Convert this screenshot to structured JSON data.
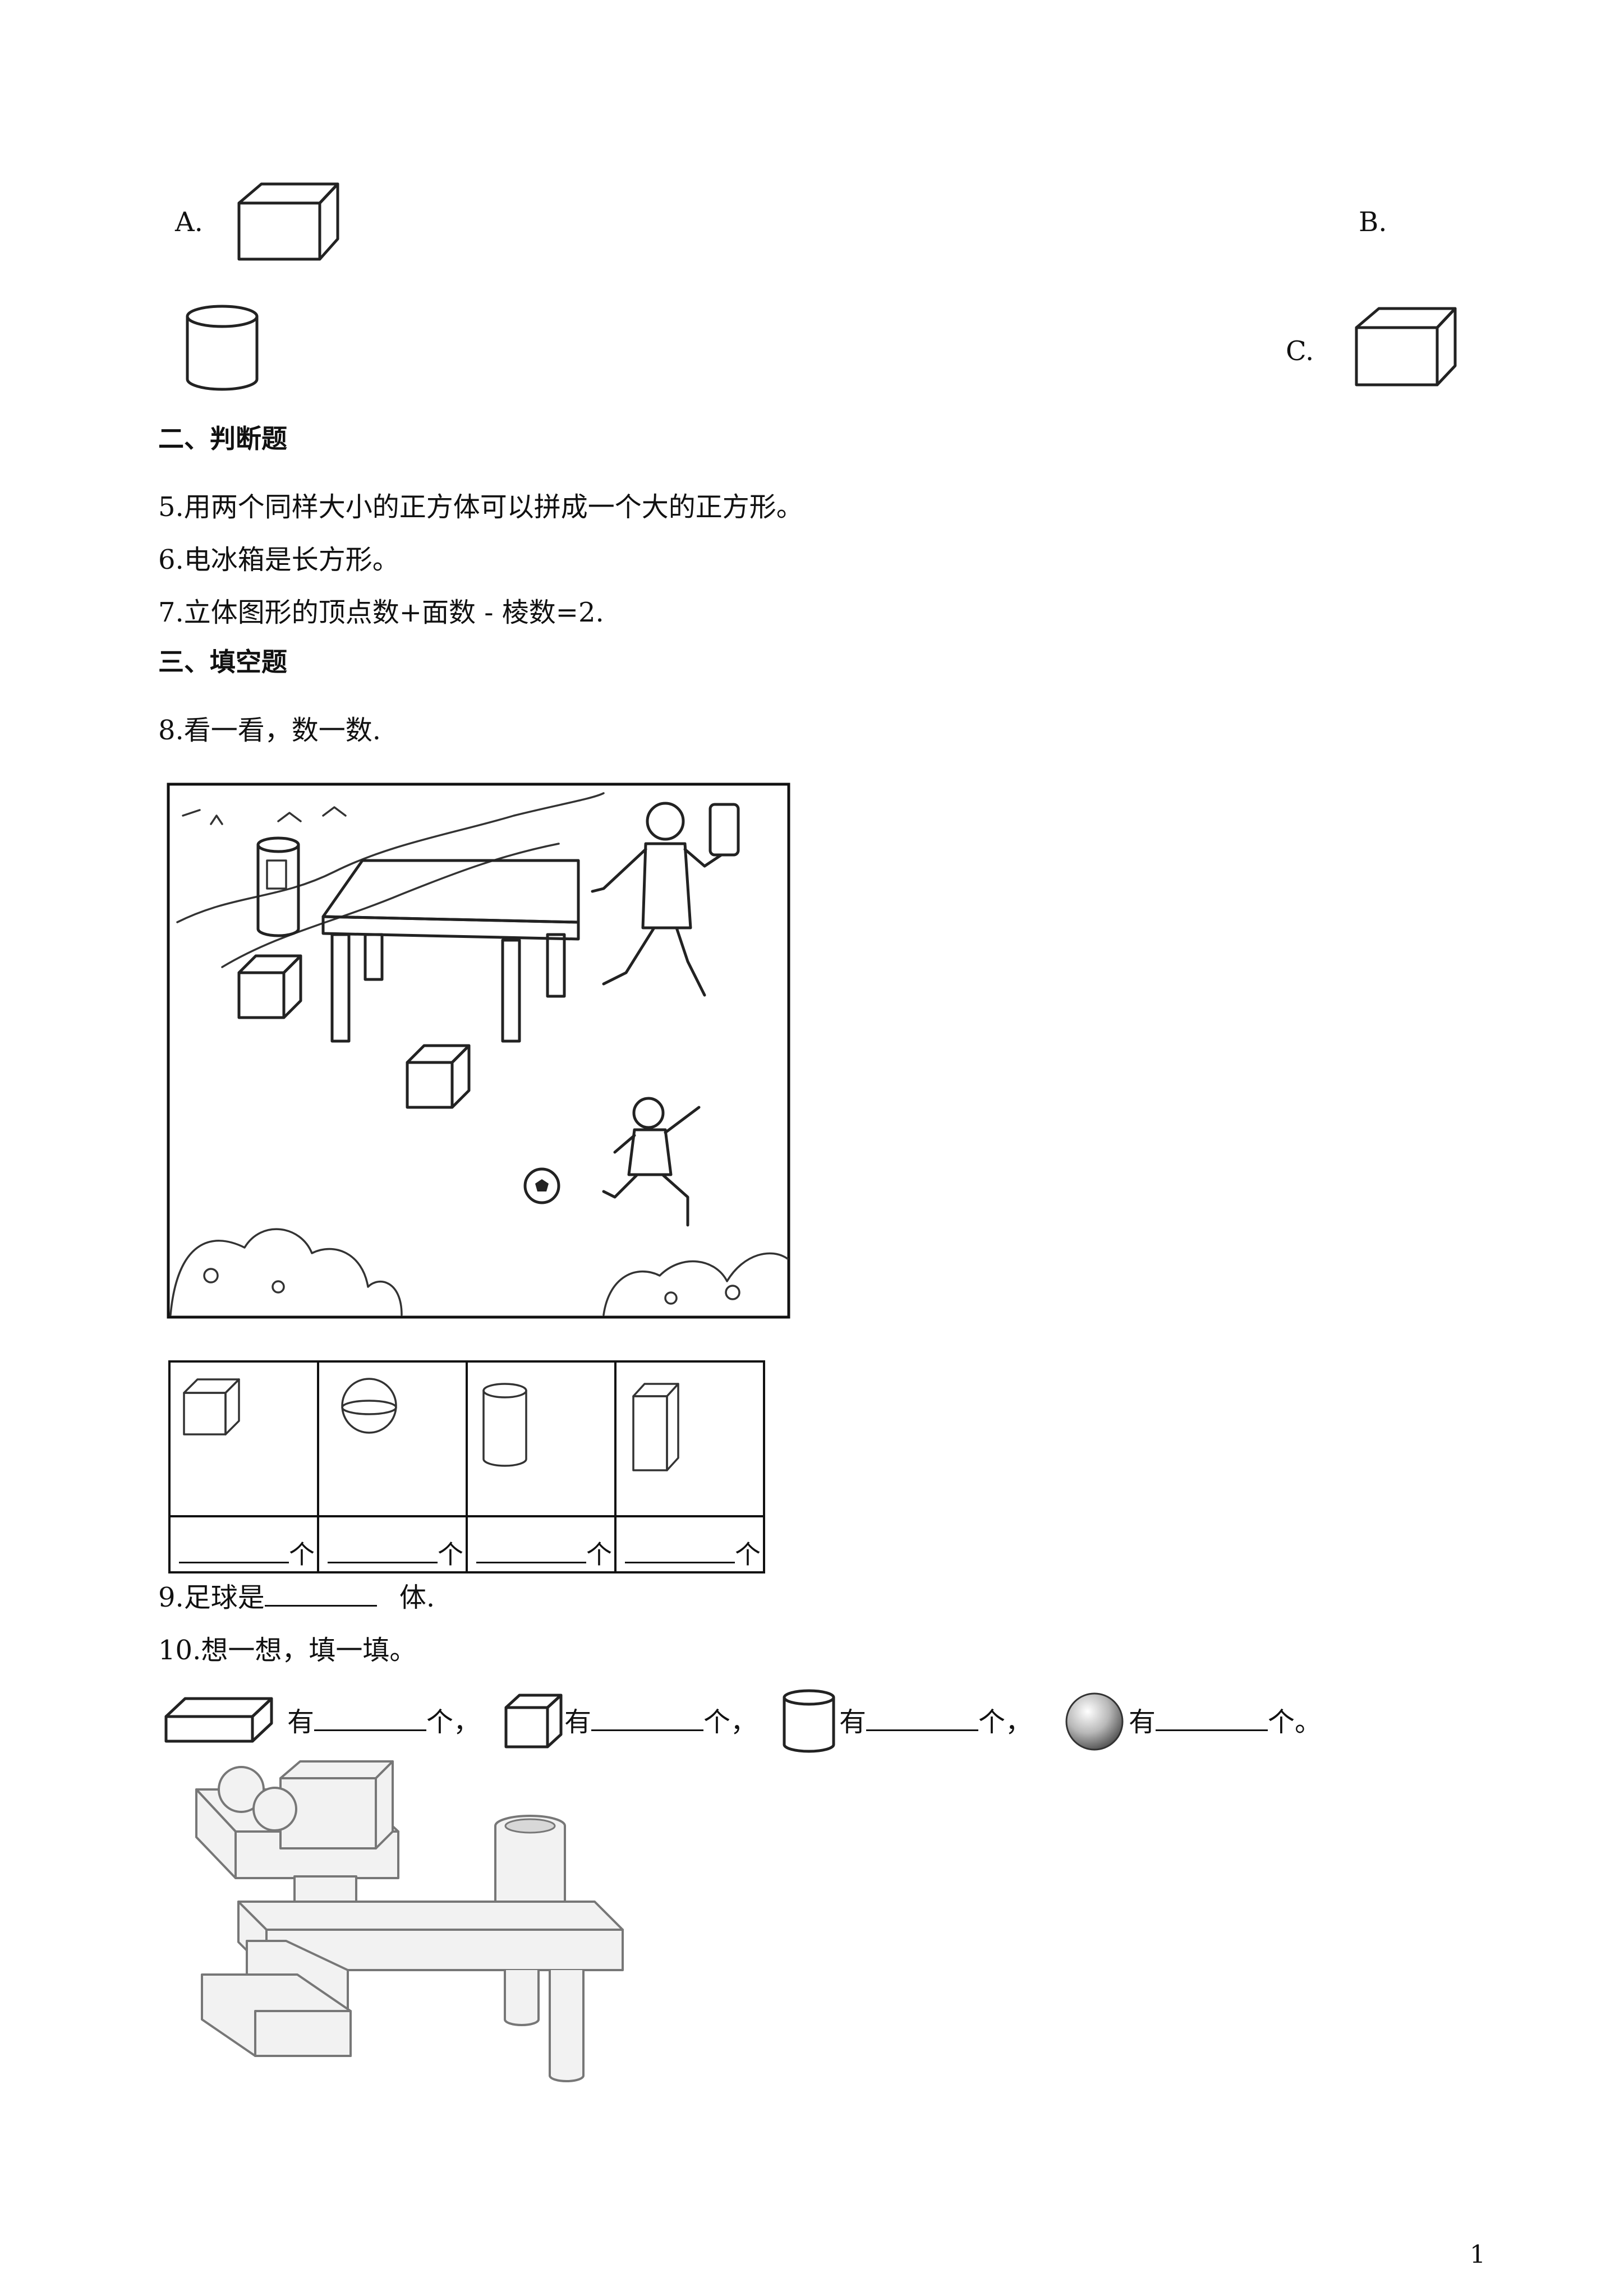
{
  "options": {
    "a_label": "A.",
    "b_label": "B.",
    "c_label": "C."
  },
  "section2": {
    "heading": "二、判断题",
    "q5": "5.用两个同样大小的正方体可以拼成一个大的正方形。",
    "q6": "6.电冰箱是长方形。",
    "q7": "7.立体图形的顶点数+面数 - 棱数=2."
  },
  "section3": {
    "heading": "三、填空题",
    "q8": "8.看一看，数一数.",
    "q8_table_unit": "个",
    "q9_prefix": "9.足球是",
    "q9_suffix": "体.",
    "q10": "10.想一想，填一填。",
    "q10_have": "有",
    "q10_unit_comma": "个，",
    "q10_unit_end": "个。"
  },
  "footer": {
    "page_number": "1"
  },
  "icons": [
    "cube-icon",
    "cylinder-icon",
    "sphere-icon",
    "cuboid-icon",
    "flat-cuboid-icon",
    "soccer-ball-icon"
  ]
}
